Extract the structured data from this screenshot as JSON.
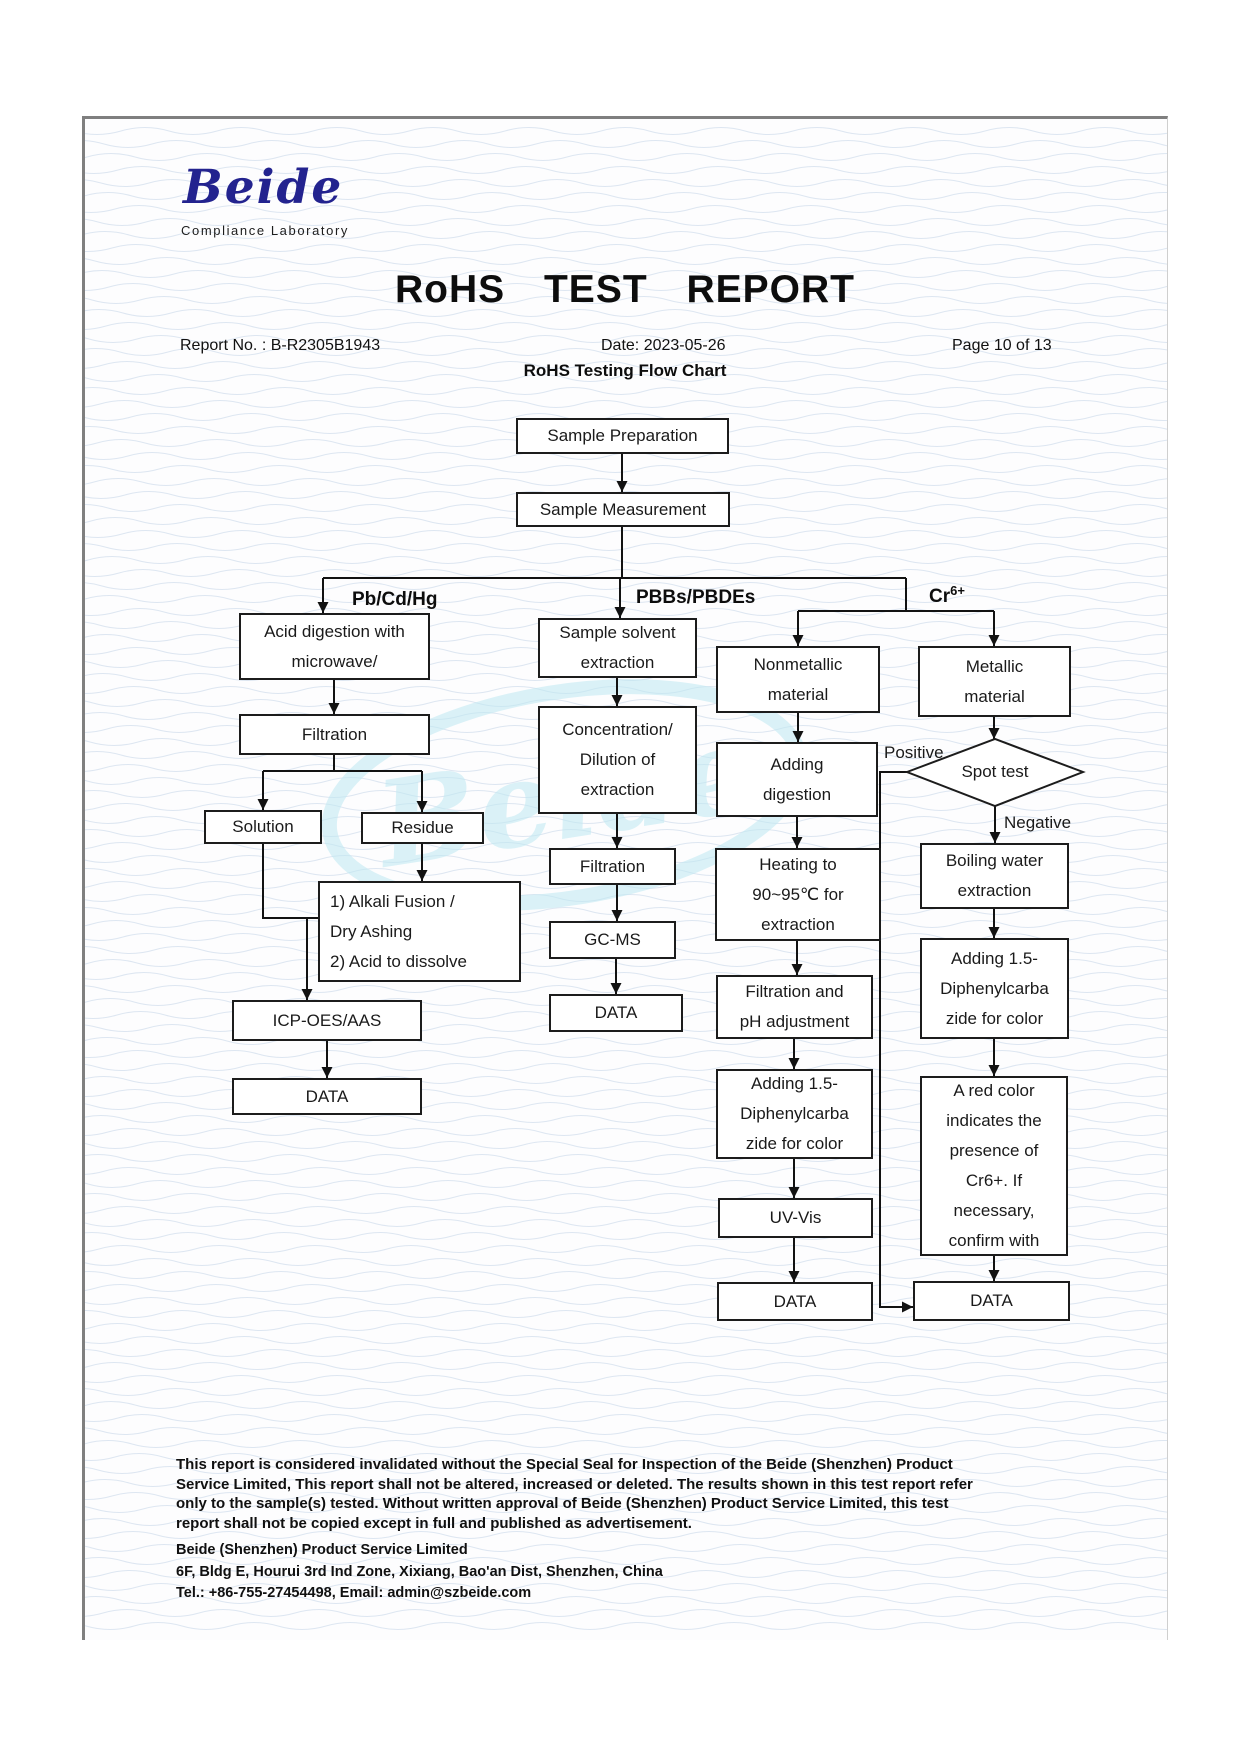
{
  "logo": {
    "name": "Beide",
    "subtitle": "Compliance  Laboratory"
  },
  "header": {
    "title": "RoHS TEST REPORT",
    "report_no": "Report No. : B-R2305B1943",
    "date": "Date: 2023-05-26",
    "page": "Page 10 of 13",
    "chart_title": "RoHS Testing Flow Chart"
  },
  "watermark": {
    "text": "Beide"
  },
  "flowchart": {
    "branch_labels": {
      "left": "Pb/Cd/Hg",
      "middle": "PBBs/PBDEs",
      "right_base": "Cr",
      "right_sup": "6+"
    },
    "decision_labels": {
      "positive": "Positive",
      "negative": "Negative"
    },
    "nodes": {
      "sample_preparation": "Sample Preparation",
      "sample_measurement": "Sample Measurement",
      "acid_digestion": "Acid digestion with\nmicrowave/",
      "filtration_left": "Filtration",
      "solution": "Solution",
      "residue": "Residue",
      "alkali_fusion": "1) Alkali Fusion /\nDry Ashing\n2) Acid to dissolve",
      "icp_oes_aas": "ICP-OES/AAS",
      "data_left": "DATA",
      "sample_solvent": "Sample solvent\nextraction",
      "concentration": "Concentration/\nDilution of\nextraction",
      "filtration_mid": "Filtration",
      "gc_ms": "GC-MS",
      "data_mid": "DATA",
      "nonmetallic": "Nonmetallic\nmaterial",
      "adding_digestion": "Adding\ndigestion",
      "heating": "Heating to\n90~95℃ for\nextraction",
      "filtration_ph": "Filtration and\npH adjustment",
      "adding_dip_nonmetal": "Adding 1.5-\nDiphenylcarba\nzide for color",
      "uv_vis": "UV-Vis",
      "data_nonmetal": "DATA",
      "metallic": "Metallic\nmaterial",
      "spot_test": "Spot test",
      "boiling_water": "Boiling water\nextraction",
      "adding_dip_metal": "Adding 1.5-\nDiphenylcarba\nzide for color",
      "red_color": "A red color\nindicates the\npresence of\nCr6+. If\nnecessary,\nconfirm with",
      "data_metal": "DATA"
    }
  },
  "footer": {
    "disclaimer": "This report is considered invalidated without the Special Seal for Inspection of the Beide (Shenzhen) Product\nService Limited, This report shall not be altered, increased or deleted. The results shown in this test report refer\nonly to the sample(s) tested. Without written approval of Beide (Shenzhen) Product Service Limited, this test\nreport shall not be copied except in full and published as advertisement.",
    "company": "Beide (Shenzhen) Product Service Limited",
    "address": "6F, Bldg E, Hourui 3rd Ind Zone, Xixiang, Bao'an Dist, Shenzhen, China",
    "contact": "Tel.: +86-755-27454498, Email: admin@szbeide.com"
  }
}
